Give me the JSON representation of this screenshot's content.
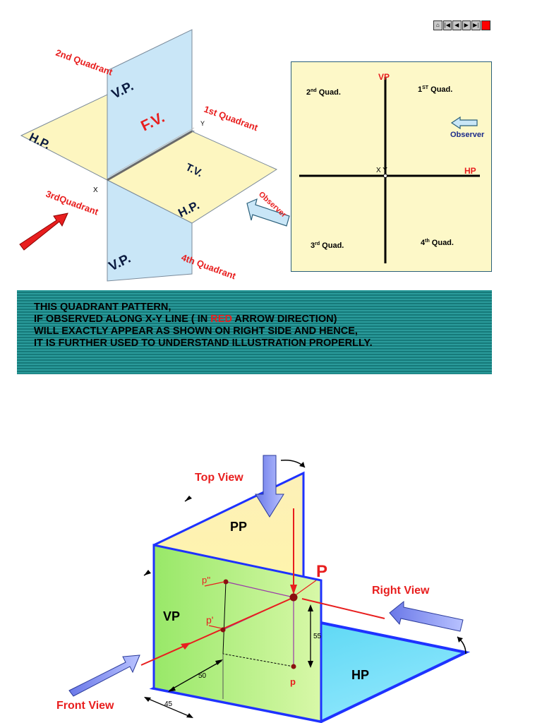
{
  "nav": {
    "buttons": [
      "home-icon",
      "first-icon",
      "prev-icon",
      "next-icon",
      "last-icon",
      "stop-icon"
    ],
    "glyphs": [
      "⌂",
      "|◀",
      "◀",
      "▶",
      "▶|",
      ""
    ]
  },
  "iso": {
    "q2": "2nd Quadrant",
    "q1": "1st Quadrant",
    "q3": "3rdQuadrant",
    "q4": "4th Quadrant",
    "vp_top": "V.P.",
    "vp_bottom": "V.P.",
    "fv": "F.V.",
    "hp_left": "H.P.",
    "hp_right": "H.P.",
    "tv": "T.V.",
    "x": "X",
    "y": "Y",
    "observer": "Observer"
  },
  "quadview": {
    "vp": "VP",
    "hp": "HP",
    "xy": "X Y",
    "observer": "Observer",
    "q2_num": "2",
    "q2_sup": "nd",
    "q2_text": " Quad.",
    "q1_num": "1",
    "q1_sup": "ST",
    "q1_text": " Quad.",
    "q3_num": "3",
    "q3_sup": "rd",
    "q3_text": " Quad.",
    "q4_num": "4",
    "q4_sup": "th",
    "q4_text": " Quad."
  },
  "banner": {
    "line1": "THIS QUADRANT PATTERN,",
    "line2_a": "IF OBSERVED ALONG X-Y LINE ( IN ",
    "line2_red": "RED",
    "line2_b": " ARROW DIRECTION)",
    "line3": "WILL EXACTLY APPEAR AS SHOWN ON RIGHT SIDE AND HENCE,",
    "line4": "IT IS FURTHER USED TO UNDERSTAND ILLUSTRATION PROPERLLY."
  },
  "planes": {
    "top_view": "Top View",
    "right_view": "Right View",
    "front_view": "Front View",
    "pp": "PP",
    "vp": "VP",
    "hp": "HP",
    "P": "P",
    "p_double": "p''",
    "p_single": "p'",
    "p": "p",
    "dim55": "55",
    "dim50": "50",
    "dim45": "45"
  },
  "colors": {
    "red_text": "#e81e1e",
    "banner_teal": "#1f8a8a",
    "vp_blue": "#c9e6f7",
    "hp_yellow": "#fdf6c0",
    "plane_green": "#b8f08a",
    "plane_cyan": "#5fdcf5",
    "plane_yellow": "#fdf59a",
    "edge_blue": "#1e32ff"
  }
}
